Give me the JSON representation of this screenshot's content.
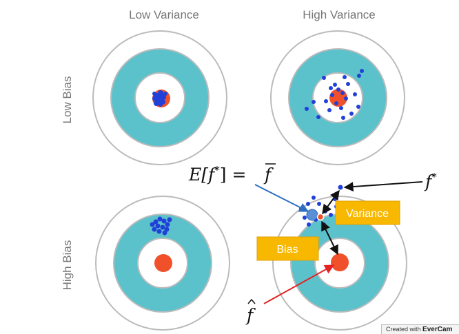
{
  "headers": {
    "col_low": "Low Variance",
    "col_high": "High Variance",
    "row_low": "Low Bias",
    "row_high": "High Bias"
  },
  "annotations": {
    "expectation_lhs": "E[f",
    "expectation_sup": "*",
    "expectation_rhs": "] =",
    "expectation_f": "f",
    "f_star": "f",
    "f_star_sup": "*",
    "f_hat": "f",
    "variance_label": "Variance",
    "bias_label": "Bias"
  },
  "watermark": {
    "prefix": "Created with ",
    "brand": "EverCam"
  },
  "colors": {
    "target_ring": "#5bc2cc",
    "ring_stroke": "#bbbbbb",
    "bullseye": "#f0502a",
    "points": "#2040d8",
    "label_box": "#f9b800",
    "arrow_blue": "#2f6fc0",
    "arrow_red": "#e52222",
    "arrow_black": "#111111"
  }
}
